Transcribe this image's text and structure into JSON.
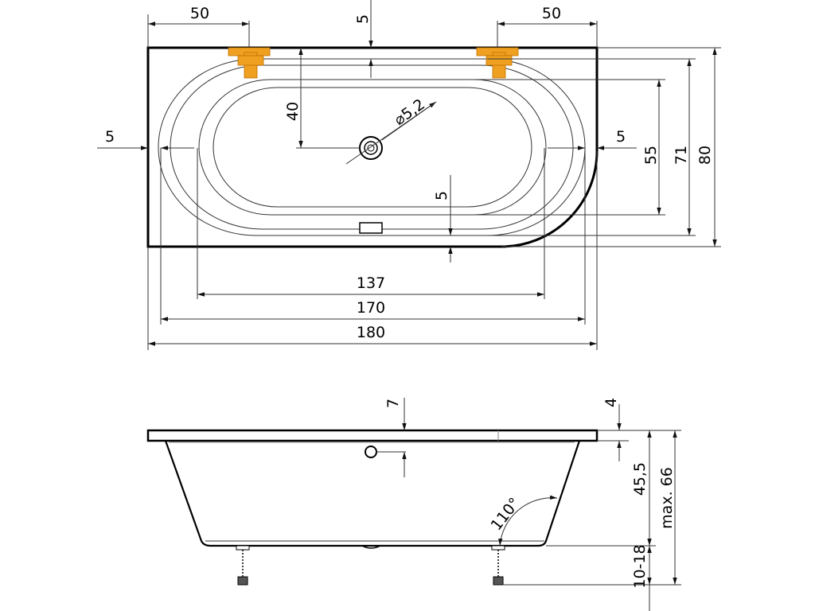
{
  "top_view": {
    "dim_width_total": "180",
    "dim_width_rim_inner": "170",
    "dim_width_bottom": "137",
    "dim_faucet_left": "50",
    "dim_faucet_right": "50",
    "dim_rim_top": "5",
    "dim_rim_left": "5",
    "dim_rim_right": "5",
    "dim_rim_bottom": "5",
    "dim_drain_offset": "40",
    "dim_drain_diameter": "⌀5,2",
    "dim_depth_bottom": "55",
    "dim_depth_inner": "71",
    "dim_depth_total": "80"
  },
  "side_view": {
    "dim_rim_thickness": "4",
    "dim_overflow": "7",
    "dim_depth": "45,5",
    "dim_max_height": "max. 66",
    "dim_legs": "10-18",
    "dim_angle": "110°"
  },
  "colors": {
    "fitting": "#f0a020",
    "outline": "#000000",
    "dimension_line": "#333333"
  }
}
